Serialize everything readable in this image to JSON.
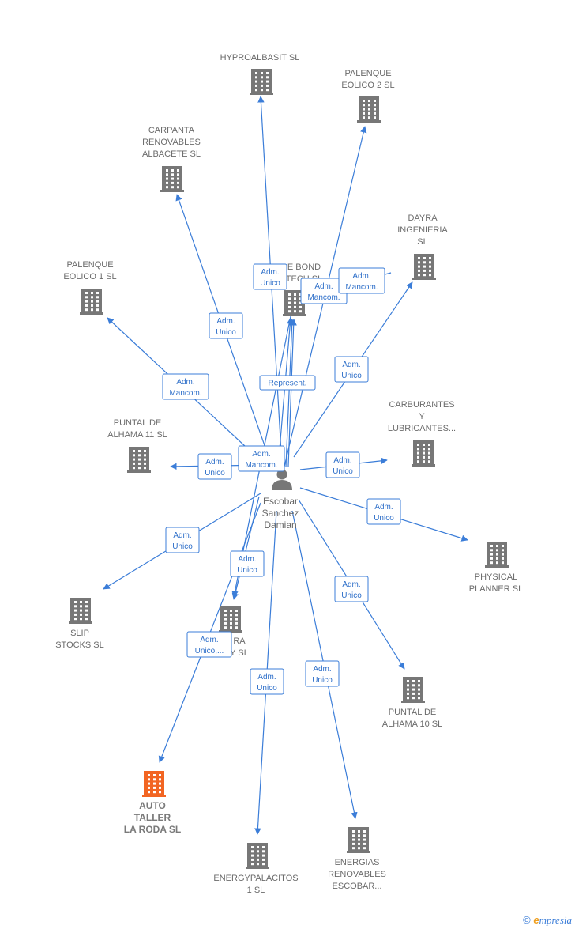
{
  "person": {
    "name_lines": [
      "Escobar",
      "Sanchez",
      "Damian"
    ]
  },
  "companies": [
    {
      "id": "hyproalbasit",
      "lines": [
        "HYPROALBASIT SL"
      ],
      "highlight": false
    },
    {
      "id": "palenque-eolico-2",
      "lines": [
        "PALENQUE",
        "EOLICO 2 SL"
      ],
      "highlight": false
    },
    {
      "id": "carpanta",
      "lines": [
        "CARPANTA",
        "RENOVABLES",
        "ALBACETE  SL"
      ],
      "highlight": false
    },
    {
      "id": "dayra",
      "lines": [
        "DAYRA",
        "INGENIERIA",
        "SL"
      ],
      "highlight": false
    },
    {
      "id": "palenque-eolico-1",
      "lines": [
        "PALENQUE",
        "EOLICO 1 SL"
      ],
      "highlight": false
    },
    {
      "id": "bond",
      "lines": [
        "E BOND",
        "TECH  SL"
      ],
      "highlight": false
    },
    {
      "id": "carburantes",
      "lines": [
        "CARBURANTES",
        "Y",
        "LUBRICANTES..."
      ],
      "highlight": false
    },
    {
      "id": "puntal-11",
      "lines": [
        "PUNTAL DE",
        "ALHAMA 11 SL"
      ],
      "highlight": false
    },
    {
      "id": "physical-planner",
      "lines": [
        "PHYSICAL",
        "PLANNER SL"
      ],
      "highlight": false
    },
    {
      "id": "slip-stocks",
      "lines": [
        "SLIP",
        "STOCKS SL"
      ],
      "highlight": false
    },
    {
      "id": "ra-y",
      "lines": [
        "RA",
        "Y  SL"
      ],
      "highlight": false
    },
    {
      "id": "puntal-10",
      "lines": [
        "PUNTAL DE",
        "ALHAMA 10 SL"
      ],
      "highlight": false
    },
    {
      "id": "auto-taller",
      "lines": [
        "AUTO",
        "TALLER",
        "LA RODA  SL"
      ],
      "highlight": true
    },
    {
      "id": "energypalacitos",
      "lines": [
        "ENERGYPALACITOS",
        "1  SL"
      ],
      "highlight": false
    },
    {
      "id": "energias-renovables",
      "lines": [
        "ENERGIAS",
        "RENOVABLES",
        "ESCOBAR..."
      ],
      "highlight": false
    }
  ],
  "relations": [
    {
      "id": "rel-hyproalbasit",
      "lines": [
        "Adm.",
        "Unico"
      ]
    },
    {
      "id": "rel-bond-1",
      "lines": [
        "Adm.",
        "Mancom."
      ]
    },
    {
      "id": "rel-dayra",
      "lines": [
        "Adm.",
        "Mancom."
      ]
    },
    {
      "id": "rel-carpanta",
      "lines": [
        "Adm.",
        "Unico"
      ]
    },
    {
      "id": "rel-represent",
      "lines": [
        "Represent."
      ]
    },
    {
      "id": "rel-dayra-2",
      "lines": [
        "Adm.",
        "Unico"
      ]
    },
    {
      "id": "rel-palenque-1",
      "lines": [
        "Adm.",
        "Mancom."
      ]
    },
    {
      "id": "rel-puntal-11",
      "lines": [
        "Adm.",
        "Unico"
      ]
    },
    {
      "id": "rel-mancom-center",
      "lines": [
        "Adm.",
        "Mancom."
      ]
    },
    {
      "id": "rel-carburantes",
      "lines": [
        "Adm.",
        "Unico"
      ]
    },
    {
      "id": "rel-physical",
      "lines": [
        "Adm.",
        "Unico"
      ]
    },
    {
      "id": "rel-slip",
      "lines": [
        "Adm.",
        "Unico"
      ]
    },
    {
      "id": "rel-ra-y",
      "lines": [
        "Adm.",
        "Unico"
      ]
    },
    {
      "id": "rel-puntal-10",
      "lines": [
        "Adm.",
        "Unico"
      ]
    },
    {
      "id": "rel-auto-taller",
      "lines": [
        "Adm.",
        "Unico,..."
      ]
    },
    {
      "id": "rel-energypalacitos",
      "lines": [
        "Adm.",
        "Unico"
      ]
    },
    {
      "id": "rel-energias",
      "lines": [
        "Adm.",
        "Unico"
      ]
    }
  ],
  "brand": {
    "copyright": "©",
    "first_letter": "e",
    "rest": "mpresia"
  },
  "colors": {
    "edge": "#3b7dd8",
    "building": "#777777",
    "highlight": "#f26522",
    "person": "#777777"
  }
}
